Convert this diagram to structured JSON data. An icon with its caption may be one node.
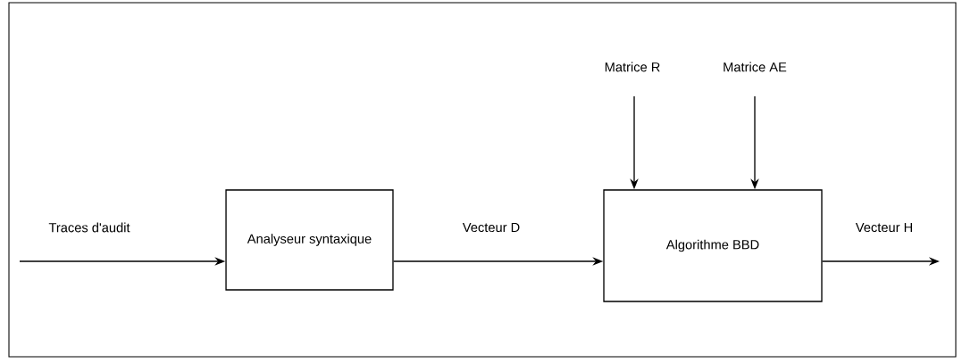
{
  "diagram": {
    "nodes": [
      {
        "text": [
          "Analyseur syntaxique"
        ]
      },
      {
        "text": [
          "Algorithme BBD"
        ]
      }
    ],
    "edges": [
      {
        "from": null,
        "to": 0,
        "arrow": "to",
        "label": "Traces d'audit"
      },
      {
        "from": 0,
        "to": 1,
        "arrow": "to",
        "label": "Vecteur D"
      },
      {
        "from": null,
        "to": 1,
        "arrow": "to",
        "label": "Matrice R"
      },
      {
        "from": null,
        "to": 1,
        "arrow": "to",
        "label": "Matrice AE"
      },
      {
        "from": 1,
        "to": null,
        "arrow": "to",
        "label": "Vecteur H"
      }
    ]
  }
}
